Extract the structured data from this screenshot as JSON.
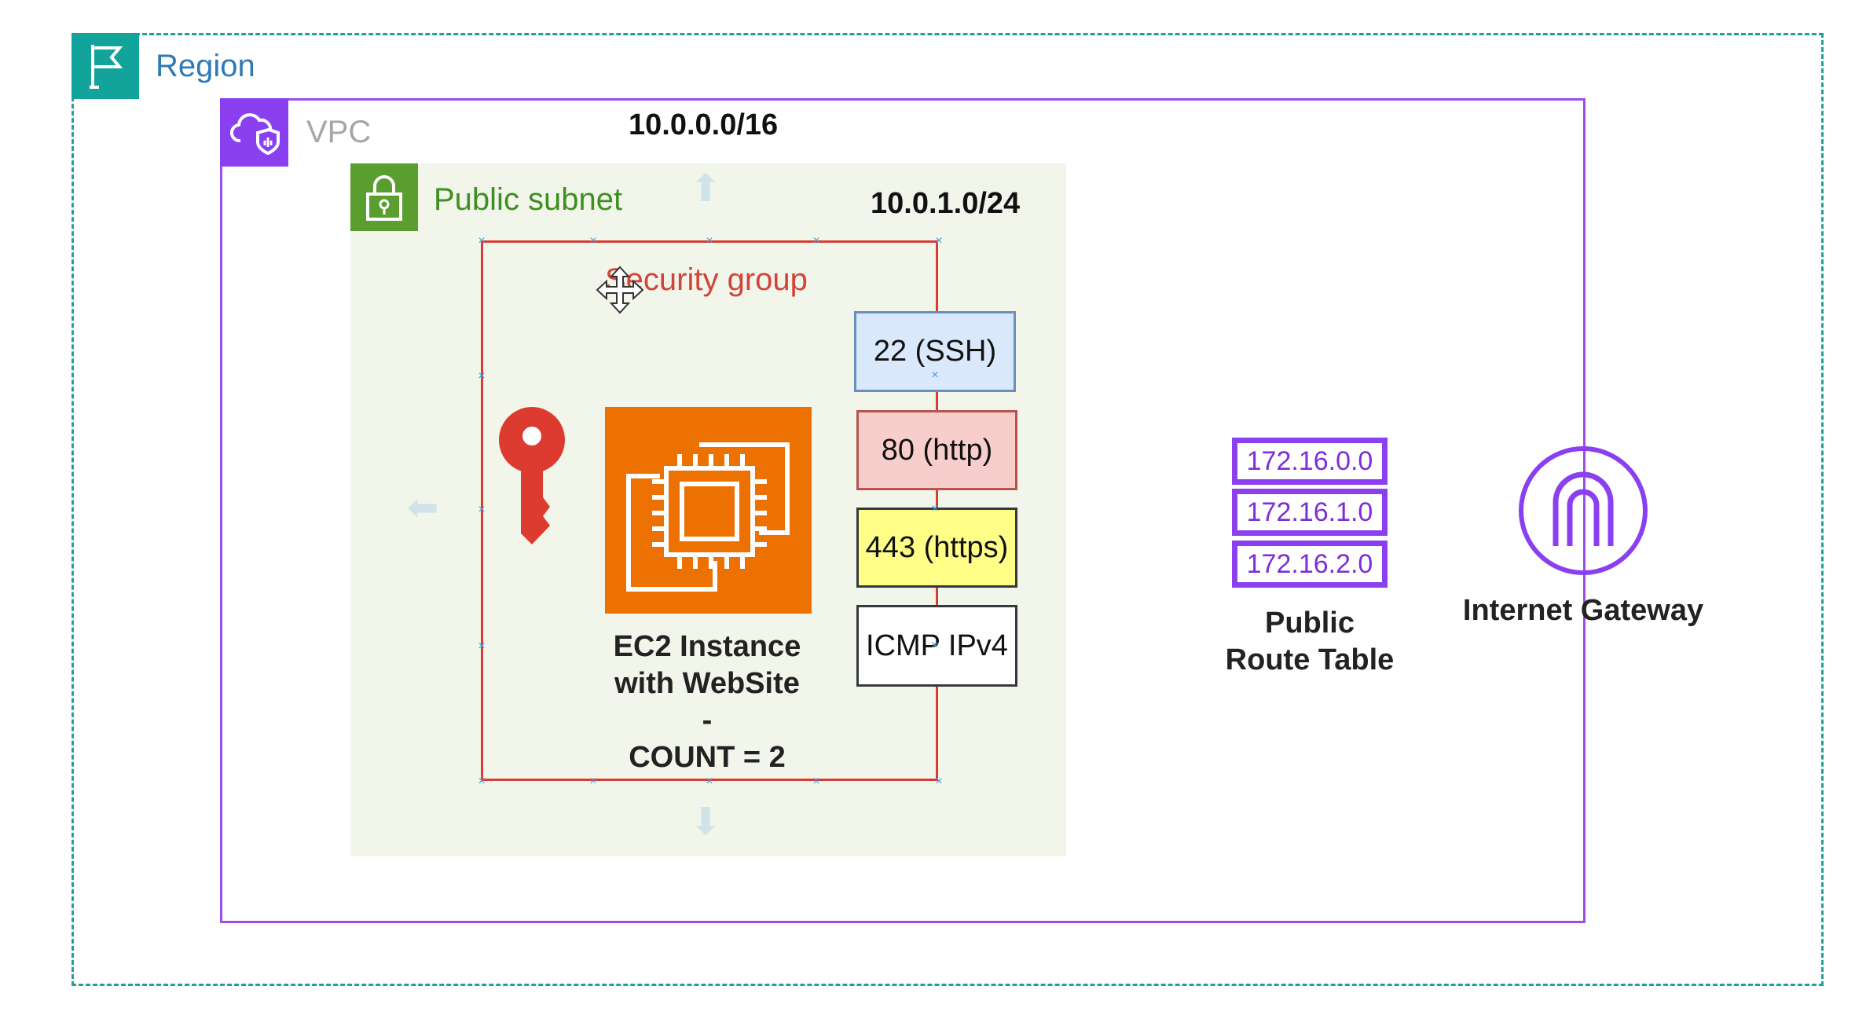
{
  "region": {
    "label": "Region",
    "icon": "flag-icon",
    "color": "#12a39a"
  },
  "vpc": {
    "label": "VPC",
    "cidr": "10.0.0.0/16",
    "icon": "cloud-shield-icon",
    "color": "#8a3ff0"
  },
  "subnet": {
    "label": "Public subnet",
    "cidr": "10.0.1.0/24",
    "icon": "lock-icon",
    "color": "#5a9e2f"
  },
  "security_group": {
    "label": "Security group",
    "color": "#d83c33",
    "ports": [
      "22 (SSH)",
      "80 (http)",
      "443 (https)",
      "ICMP IPv4"
    ]
  },
  "ec2": {
    "icon": "ec2-chip-icon",
    "line1": "EC2 Instance",
    "line2": "with WebSite",
    "line3": "-",
    "line4": "COUNT = 2"
  },
  "key": {
    "icon": "key-icon",
    "color": "#dd3b2f"
  },
  "route_table": {
    "entries": [
      "172.16.0.0",
      "172.16.1.0",
      "172.16.2.0"
    ],
    "line1": "Public",
    "line2": "Route Table"
  },
  "internet_gateway": {
    "icon": "gateway-arch-icon",
    "label": "Internet Gateway"
  }
}
